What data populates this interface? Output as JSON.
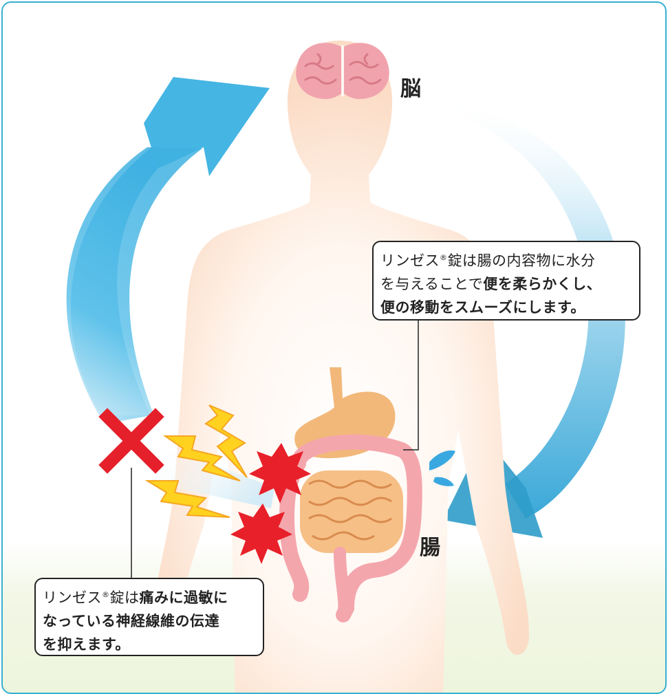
{
  "labels": {
    "brain": "脳",
    "gut": "腸"
  },
  "callout_top": {
    "line1": "リンゼス",
    "reg": "®",
    "line1_rest": "錠は腸の内容物に水分",
    "line2_plain": "を与えることで",
    "line2_bold": "便を柔らかくし、",
    "line3_bold": "便の移動をスムーズにします。"
  },
  "callout_bottom": {
    "line1": "リンゼス",
    "reg": "®",
    "line1_mid": "錠は",
    "line1_bold": "痛みに過敏に",
    "line2_bold": "なっている神経線維の伝達",
    "line3_bold": "を抑えます。"
  },
  "colors": {
    "frame_border": "#35b0d2",
    "arrow_blue": "#4cb8e4",
    "pain_star": "#e8202a",
    "lightning": "#ffd21f",
    "stomach": "#f2b87a",
    "intestine": "#f4a6ad",
    "brain": "#f0a3ad",
    "cross": "#e5202a"
  },
  "icons": [
    "brain-icon",
    "stomach-icon",
    "intestine-icon",
    "lightning-icon",
    "pain-burst-icon",
    "cross-icon",
    "water-drop-icon",
    "cycle-arrow-icon"
  ]
}
